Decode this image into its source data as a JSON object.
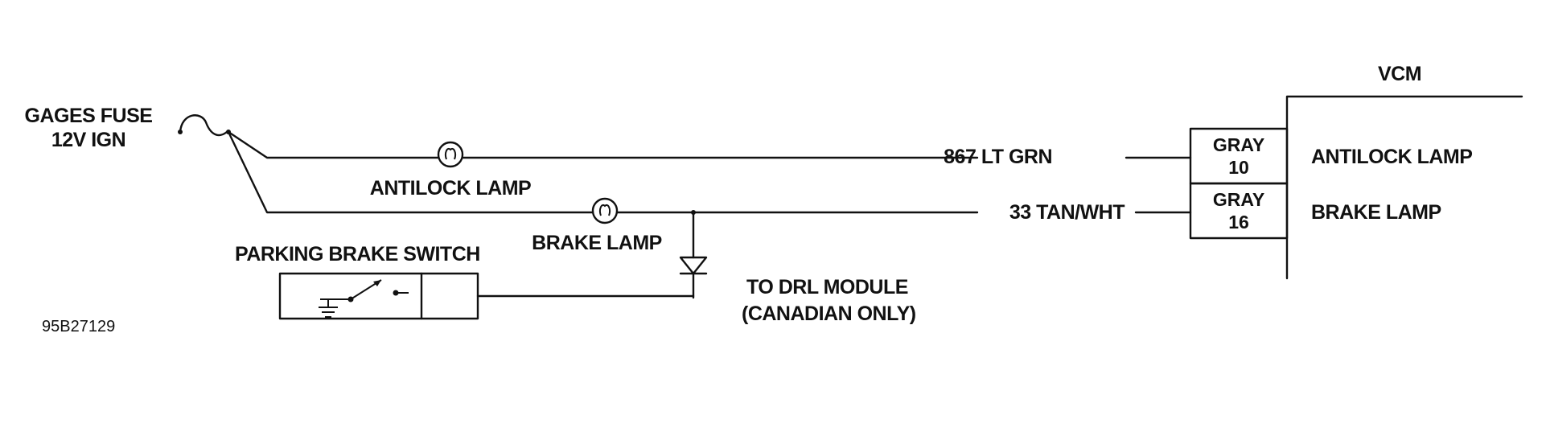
{
  "fuse": {
    "name": "GAGES FUSE",
    "circuit": "12V IGN"
  },
  "lamps": {
    "antilock": "ANTILOCK LAMP",
    "brake": "BRAKE LAMP"
  },
  "switch_label": "PARKING BRAKE SWITCH",
  "drl": {
    "line1": "TO DRL MODULE",
    "line2": "(CANADIAN ONLY)"
  },
  "wires": {
    "antilock": "867 LT GRN",
    "brake": "33 TAN/WHT"
  },
  "vcm": {
    "title": "VCM",
    "pins": [
      {
        "color": "GRAY",
        "number": "10",
        "function": "ANTILOCK LAMP"
      },
      {
        "color": "GRAY",
        "number": "16",
        "function": "BRAKE LAMP"
      }
    ]
  },
  "figure_id": "95B27129"
}
